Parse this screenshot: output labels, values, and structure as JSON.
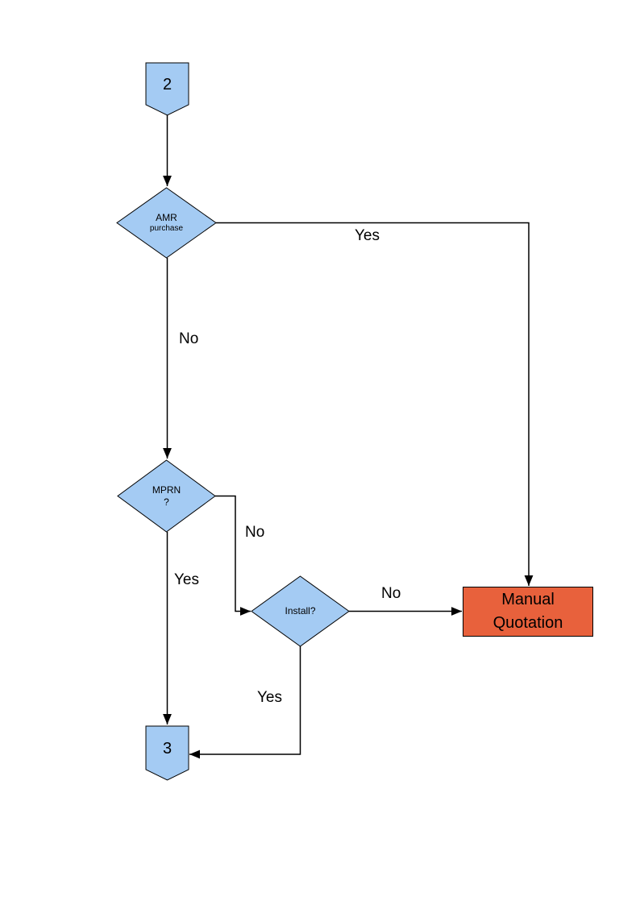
{
  "diagram": {
    "nodes": {
      "connector2": {
        "label": "2"
      },
      "amr": {
        "line1": "AMR",
        "line2": "purchase"
      },
      "mprn": {
        "line1": "MPRN",
        "line2": "?"
      },
      "install": {
        "label": "Install?"
      },
      "manual_quotation": {
        "line1": "Manual",
        "line2": "Quotation"
      },
      "connector3": {
        "label": "3"
      }
    },
    "edge_labels": {
      "amr_yes": "Yes",
      "amr_no": "No",
      "mprn_no": "No",
      "mprn_yes": "Yes",
      "install_no": "No",
      "install_yes": "Yes"
    },
    "colors": {
      "node_blue": "#A4CBF3",
      "node_orange": "#E8613C",
      "line": "#000000",
      "background": "#FFFFFF"
    }
  }
}
